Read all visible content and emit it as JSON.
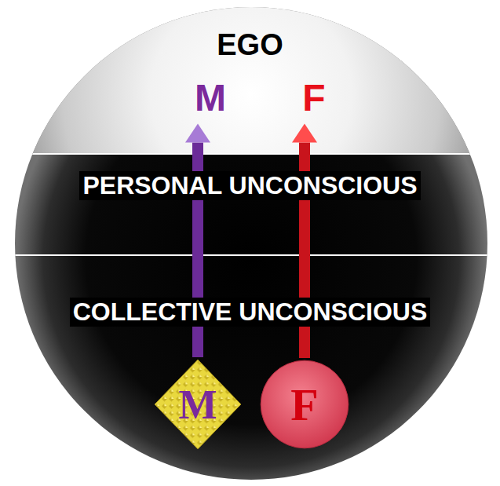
{
  "diagram": {
    "nodes": [
      {
        "text": [
          "EGO"
        ]
      },
      {
        "text": [
          "M"
        ],
        "in": 0
      },
      {
        "text": [
          "F"
        ],
        "in": 0
      },
      {
        "text": [
          "PERSONAL UNCONSCIOUS"
        ]
      },
      {
        "text": [
          "COLLECTIVE UNCONSCIOUS"
        ]
      },
      {
        "text": [
          "M"
        ],
        "in": 4
      },
      {
        "text": [
          "F"
        ],
        "in": 4
      }
    ],
    "edges": [
      {
        "from": 5,
        "to": 1,
        "arrow": "to"
      },
      {
        "from": 6,
        "to": 2,
        "arrow": "to"
      }
    ]
  }
}
